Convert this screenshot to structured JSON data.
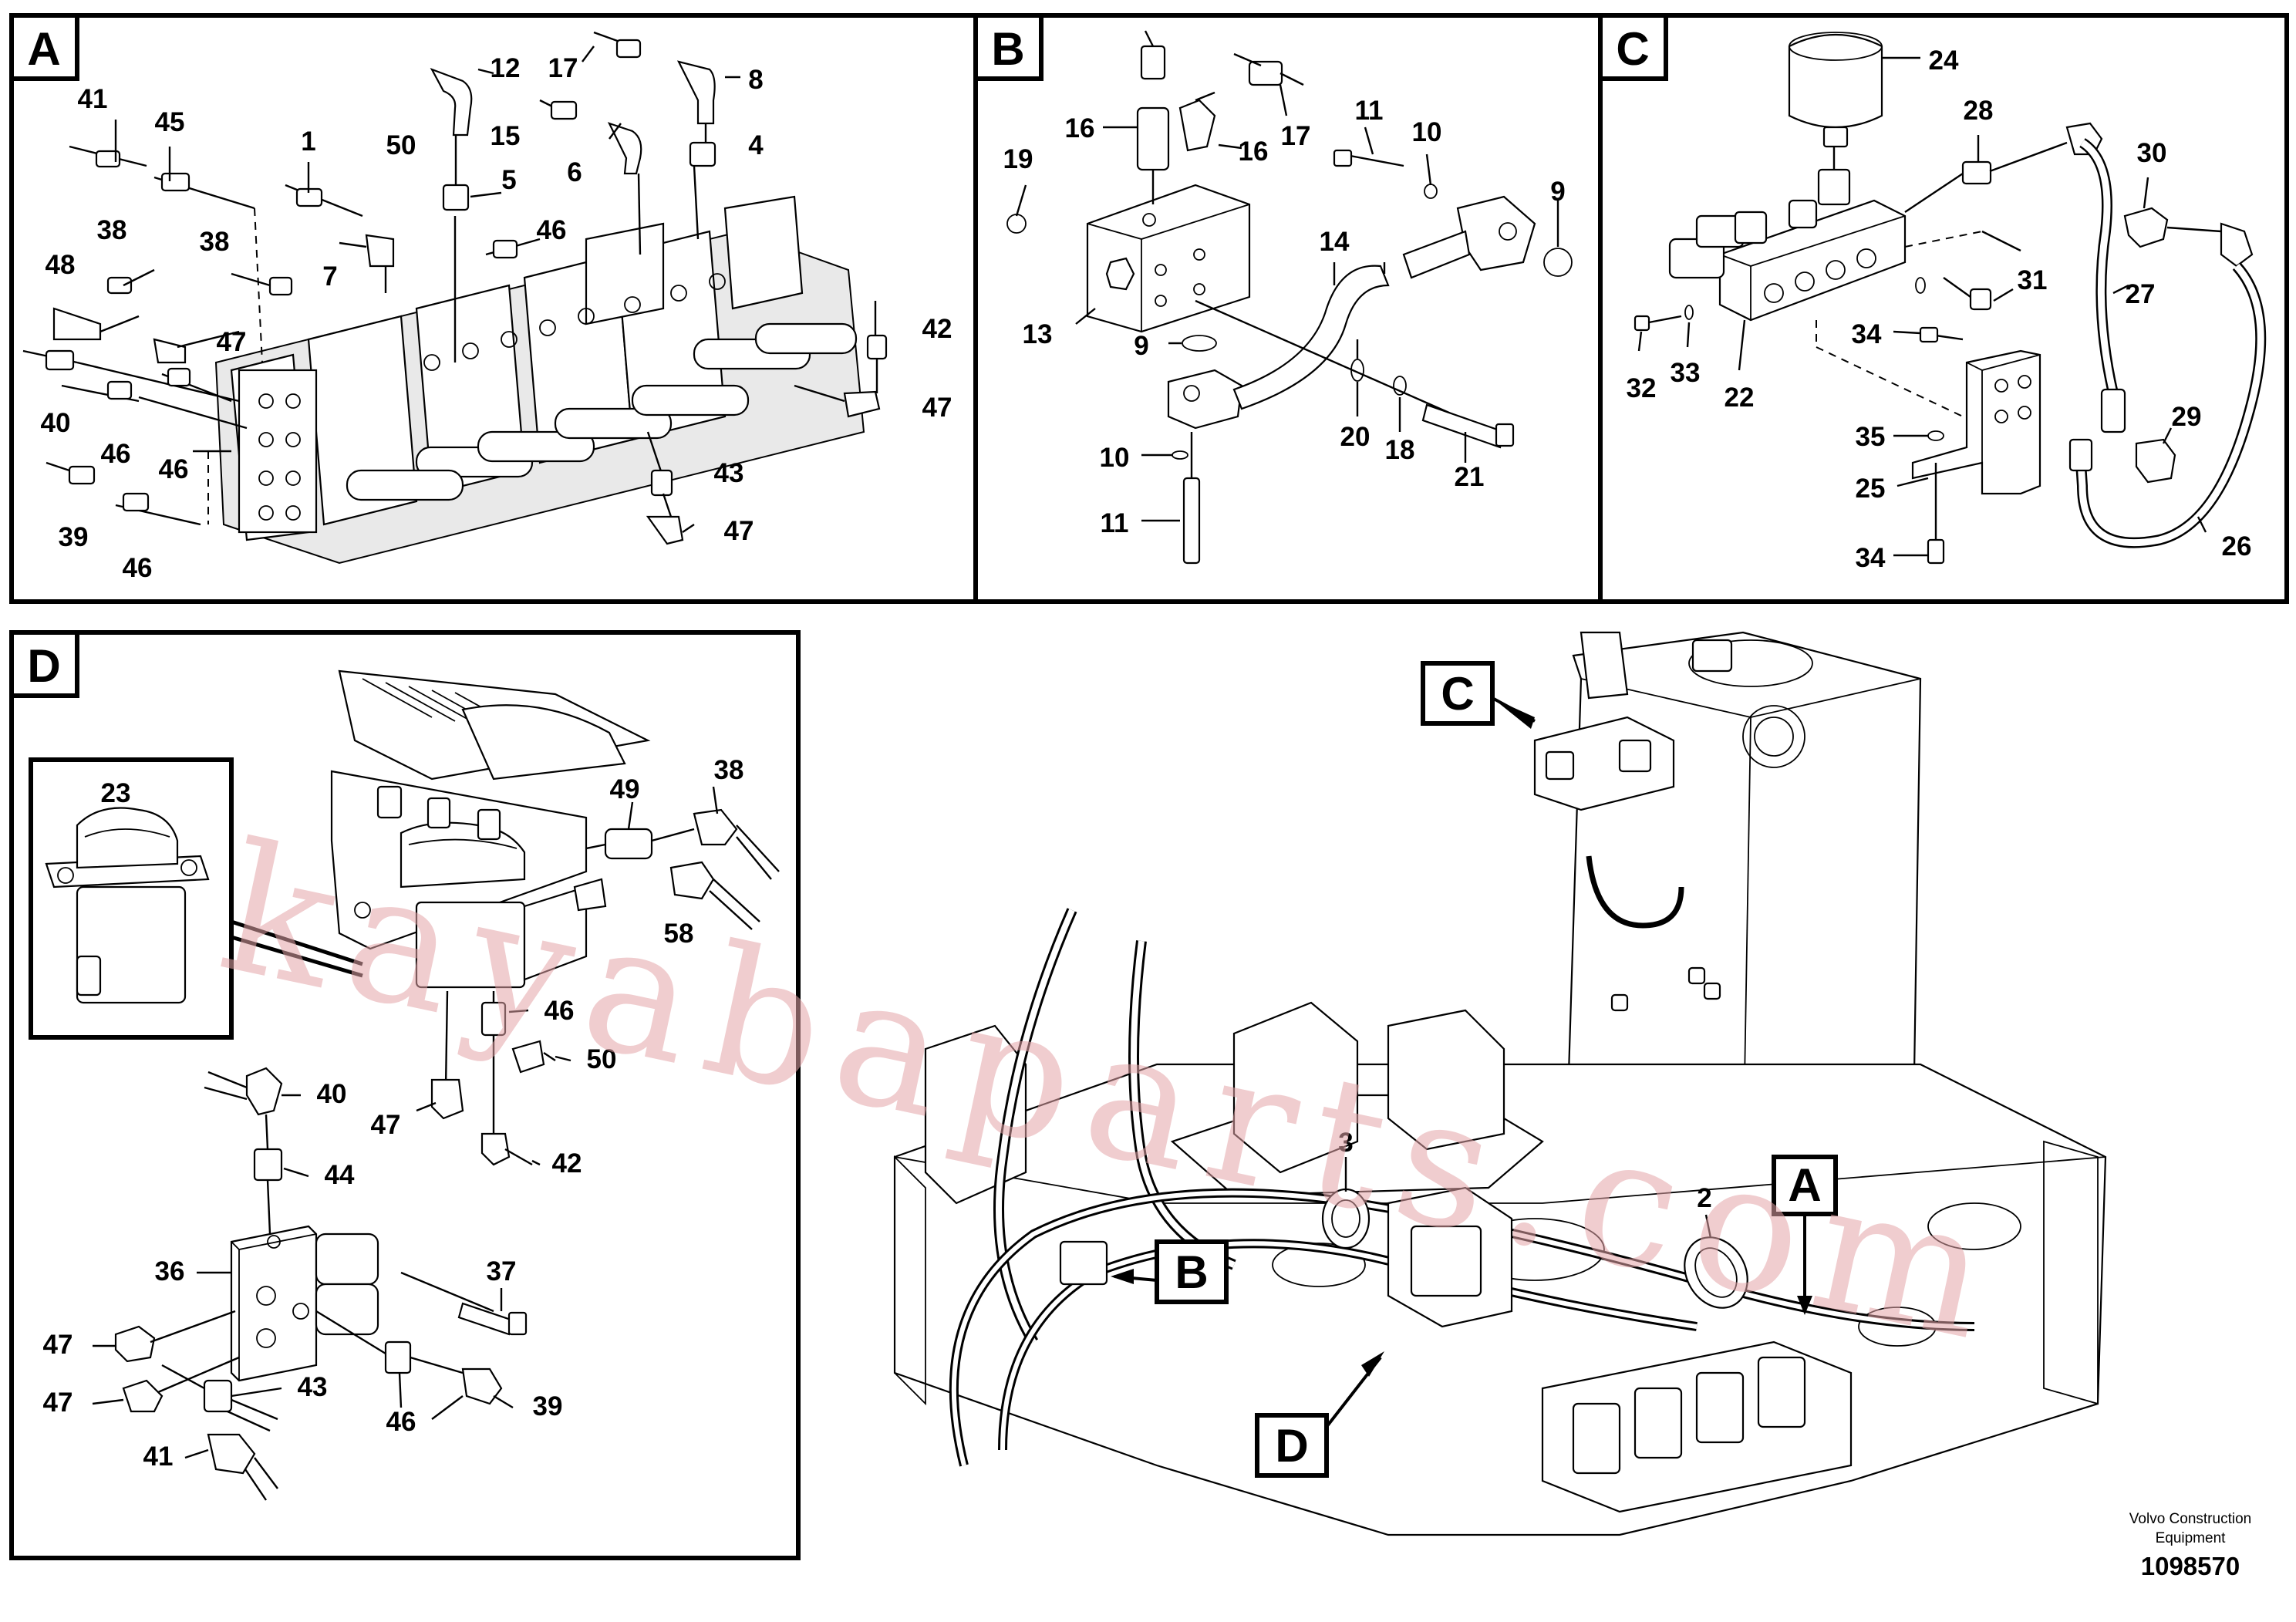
{
  "sections": {
    "A": {
      "letter": "A",
      "callouts": [
        "41",
        "45",
        "1",
        "12",
        "17",
        "8",
        "50",
        "5",
        "15",
        "6",
        "4",
        "38",
        "38",
        "48",
        "7",
        "46",
        "47",
        "42",
        "47",
        "40",
        "46",
        "46",
        "43",
        "47",
        "39",
        "46"
      ]
    },
    "B": {
      "letter": "B",
      "callouts": [
        "16",
        "16",
        "17",
        "11",
        "10",
        "19",
        "9",
        "14",
        "13",
        "9",
        "20",
        "18",
        "21",
        "10",
        "11"
      ]
    },
    "C": {
      "letter": "C",
      "callouts": [
        "24",
        "28",
        "30",
        "31",
        "27",
        "33",
        "32",
        "34",
        "22",
        "35",
        "25",
        "29",
        "26",
        "34"
      ]
    },
    "D": {
      "letter": "D",
      "callouts": [
        "23",
        "38",
        "49",
        "58",
        "46",
        "50",
        "40",
        "47",
        "42",
        "44",
        "37",
        "36",
        "47",
        "43",
        "39",
        "46",
        "47",
        "41"
      ]
    }
  },
  "overview": {
    "tags": [
      "C",
      "B",
      "D",
      "A"
    ],
    "callouts": [
      "3",
      "2"
    ]
  },
  "watermark": "kayabaparts.com",
  "credit": {
    "line1": "Volvo Construction",
    "line2": "Equipment",
    "figure_number": "1098570"
  }
}
